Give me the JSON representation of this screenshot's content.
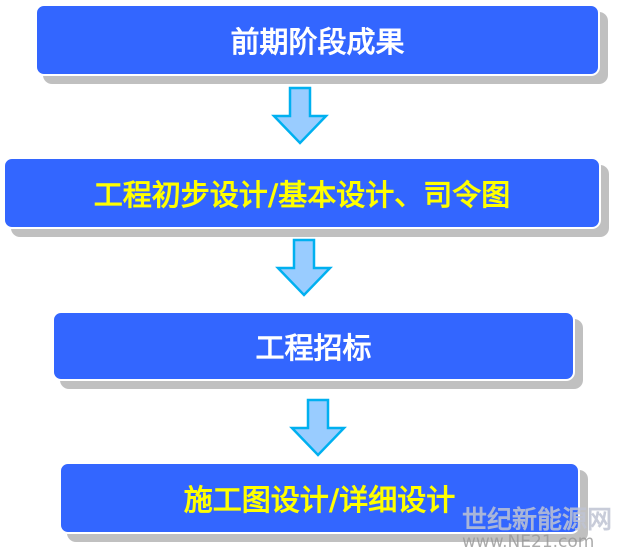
{
  "steps": [
    {
      "label": "前期阶段成果",
      "color": "#ffffff"
    },
    {
      "label": "工程初步设计/基本设计、司令图",
      "color": "#ffff00"
    },
    {
      "label": "工程招标",
      "color": "#ffffff"
    },
    {
      "label": "施工图设计/详细设计",
      "color": "#ffff00"
    }
  ],
  "colors": {
    "box": "#3366ff",
    "arrow_fill": "#99ccff",
    "arrow_stroke": "#00b0f0",
    "shadow": "#c0c0c0"
  },
  "watermark": {
    "name": "世纪新能源网",
    "url": "www.NE21.com"
  }
}
